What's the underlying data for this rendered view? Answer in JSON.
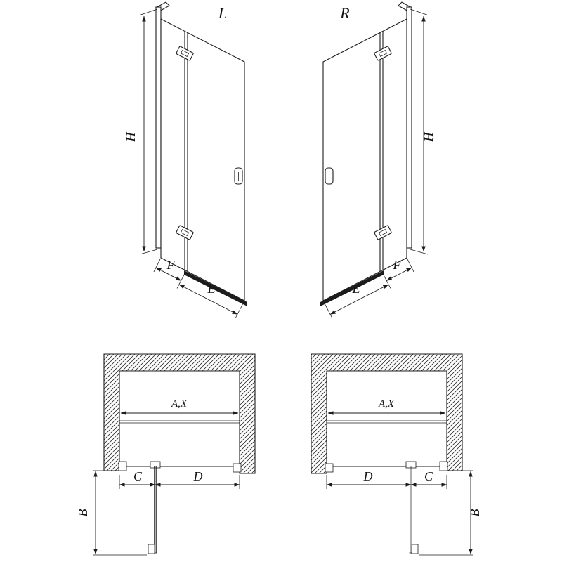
{
  "drawing": {
    "elevation_left": {
      "view_label": "L",
      "dim_h": "H",
      "dim_f": "F",
      "dim_e": "E"
    },
    "elevation_right": {
      "view_label": "R",
      "dim_h": "H",
      "dim_f": "F",
      "dim_e": "E"
    },
    "plan_left": {
      "dim_width": "A,X",
      "dim_c": "C",
      "dim_d": "D",
      "dim_b": "B"
    },
    "plan_right": {
      "dim_width": "A,X",
      "dim_c": "C",
      "dim_d": "D",
      "dim_b": "B"
    }
  },
  "colors": {
    "line": "#1c1c1c",
    "background": "#ffffff",
    "threshold_fill": "#1c1c1c"
  }
}
